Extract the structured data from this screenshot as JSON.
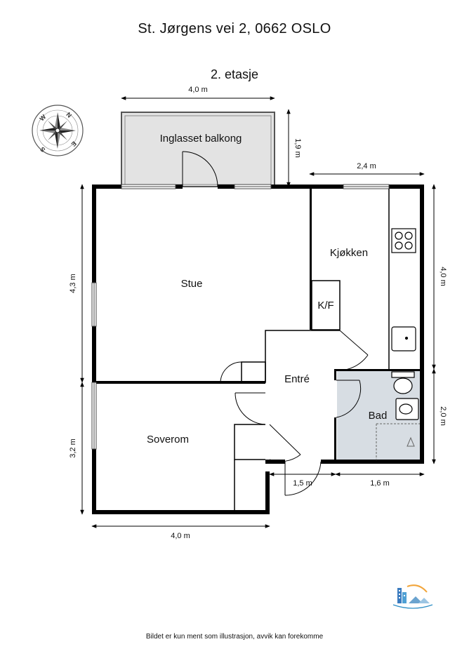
{
  "header": {
    "address": "St. Jørgens vei 2, 0662 OSLO",
    "floor": "2. etasje"
  },
  "rooms": {
    "balcony": "Inglasset balkong",
    "living": "Stue",
    "kitchen": "Kjøkken",
    "fridge": "K/F",
    "hall": "Entré",
    "bath": "Bad",
    "bedroom": "Soverom"
  },
  "dimensions": {
    "top": "4,0 m",
    "balcony_depth": "1,9 m",
    "kitchen_width": "2,4 m",
    "kitchen_depth": "4,0 m",
    "living_depth": "4,3 m",
    "bath_depth": "2,0 m",
    "bedroom_depth": "3,2 m",
    "entrance_width": "1,5 m",
    "bath_width": "1,6 m",
    "bottom": "4,0 m"
  },
  "compass": {
    "n": "N",
    "e": "E",
    "s": "S",
    "w": "W"
  },
  "footer": {
    "disclaimer": "Bildet er kun ment som illustrasjon, avvik kan forekomme"
  }
}
